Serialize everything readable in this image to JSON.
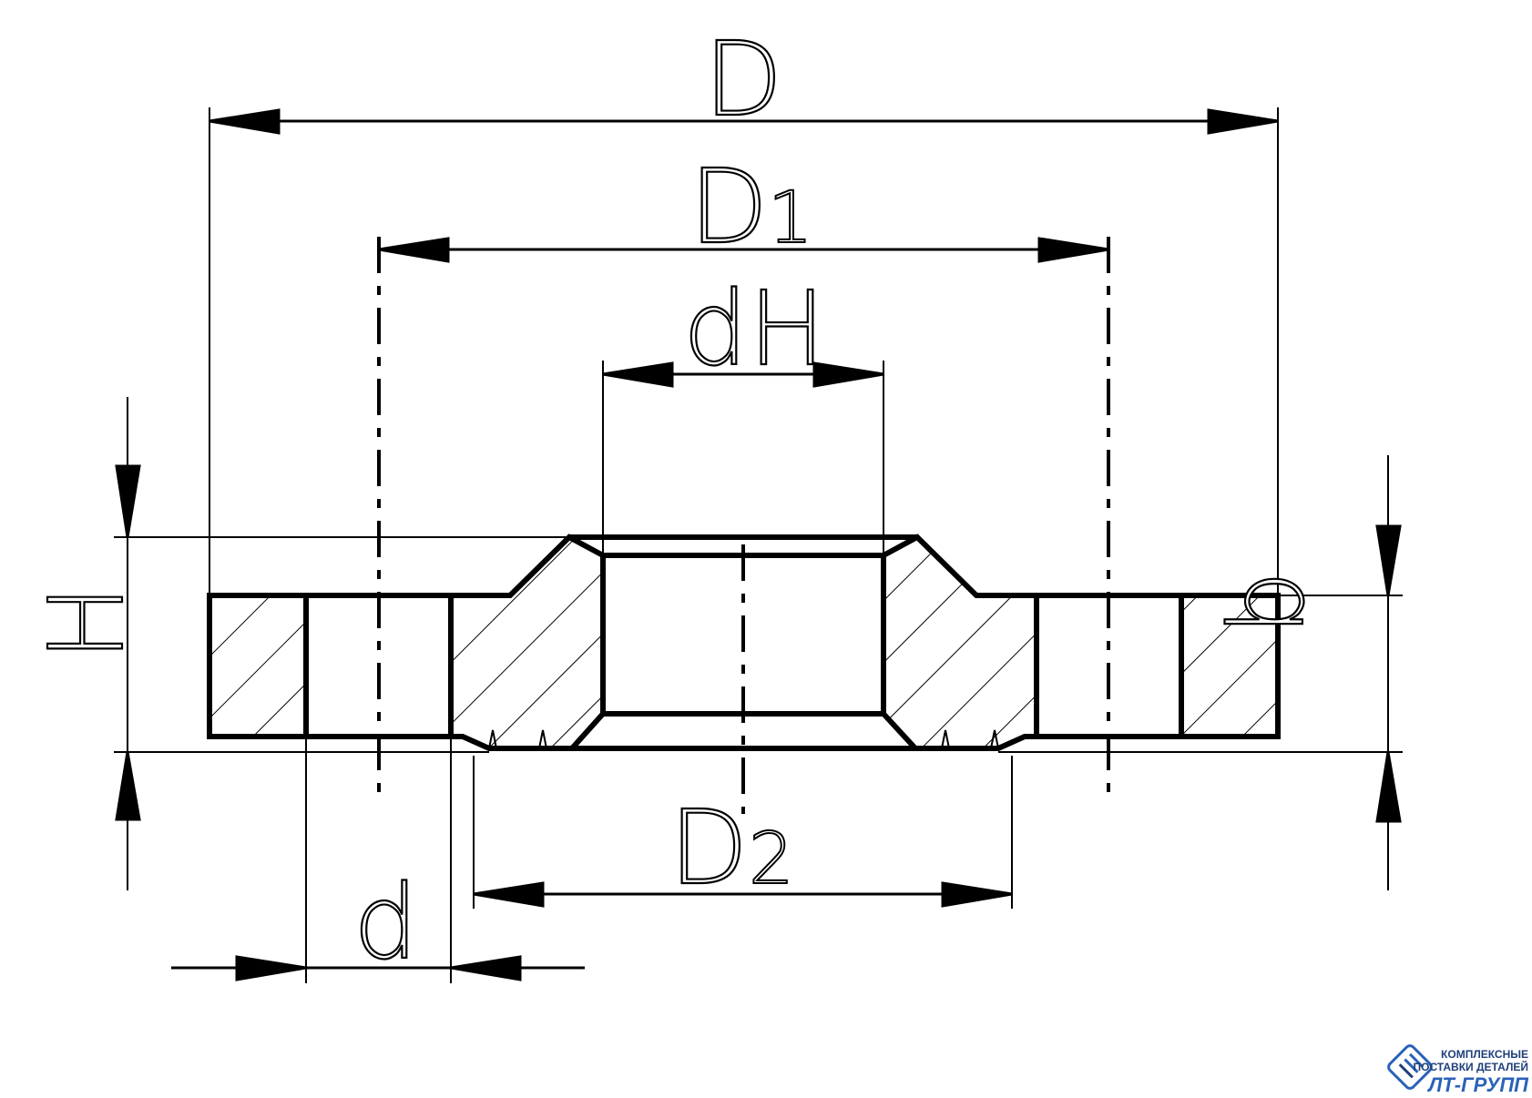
{
  "labels": {
    "D": "D",
    "D1_main": "D",
    "D1_sub": "1",
    "dH_main": "d",
    "dH_sub": "H",
    "D2_main": "D",
    "D2_sub": "2",
    "d": "d",
    "H": "H",
    "b": "b"
  },
  "logo": {
    "line1": "КОМПЛЕКСНЫЕ",
    "line2": "ПОСТАВКИ ДЕТАЛЕЙ",
    "brand": "ЛТ-ГРУПП"
  },
  "colors": {
    "line": "#000000",
    "logo_dark": "#1f3f7a",
    "logo_accent": "#2a62b8"
  }
}
